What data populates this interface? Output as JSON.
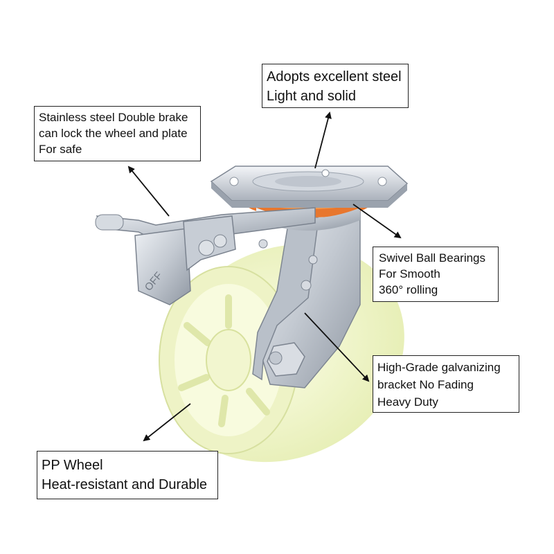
{
  "product": {
    "image_subject": "swivel caster wheel with double brake",
    "brake_marking": "OFF"
  },
  "callouts": {
    "top": {
      "lines": [
        "Adopts excellent steel",
        "Light and solid"
      ]
    },
    "brake": {
      "lines": [
        "Stainless steel Double brake",
        "can lock the wheel and plate",
        "For safe"
      ]
    },
    "bearing": {
      "lines": [
        "Swivel Ball Bearings",
        "For Smooth",
        "360° rolling"
      ]
    },
    "bracket": {
      "lines": [
        "High-Grade galvanizing",
        "bracket No Fading",
        "Heavy Duty"
      ]
    },
    "wheel": {
      "lines": [
        "PP Wheel",
        "Heat-resistant and Durable"
      ]
    }
  },
  "colors": {
    "wheel": "#f4f8cf",
    "wheel_shadow": "#dfe8a8",
    "steel": "#c9ced6",
    "steel_dark": "#8d949e",
    "bearing_ring": "#e8772e",
    "arrow": "#111111"
  }
}
